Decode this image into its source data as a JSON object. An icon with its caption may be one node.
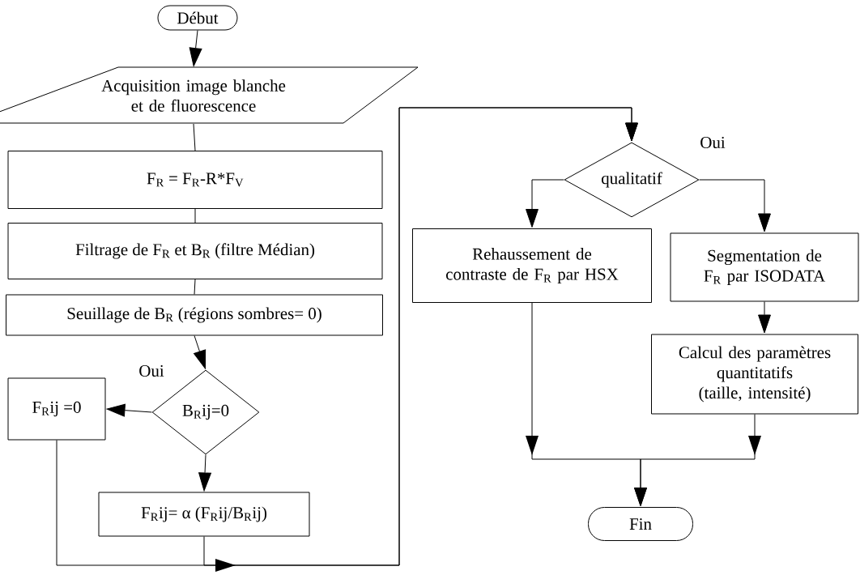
{
  "diagram": {
    "nodes": [
      {
        "text": [
          "Début"
        ]
      },
      {
        "text": [
          "Acquisition image blanche et de fluorescence"
        ]
      },
      {
        "text": [
          "F$_{R}$ = F$_{R}$-R*F$_{V}$"
        ]
      },
      {
        "text": [
          "Filtrage de F$_{R}$ et B$_{R}$ (filtre Médian)"
        ]
      },
      {
        "text": [
          "Seuillage de B$_{R}$ (régions sombres= 0)"
        ]
      },
      {
        "text": [
          "B$_{R}$ij=0"
        ]
      },
      {
        "text": [
          "F$_{R}$ij =0"
        ]
      },
      {
        "text": [
          "F$_{R}$ij= α (F$_{R}$ij/B$_{R}$ij)"
        ]
      },
      {
        "text": [
          "qualitatif"
        ]
      },
      {
        "text": [
          "Rehaussement de contraste de F$_{R}$ par HSX"
        ]
      },
      {
        "text": [
          "Segmentation de F$_{R}$ par ISODATA"
        ]
      },
      {
        "text": [
          "Calcul des paramètres quantitatifs (taille, intensité)"
        ]
      },
      {
        "text": [
          "Fin"
        ]
      }
    ],
    "edges": [
      {
        "from": 0,
        "to": 1,
        "arrow": "to"
      },
      {
        "from": 1,
        "to": 2,
        "arrow": "none"
      },
      {
        "from": 2,
        "to": 3,
        "arrow": "none"
      },
      {
        "from": 3,
        "to": 4,
        "arrow": "none"
      },
      {
        "from": 4,
        "to": 5,
        "arrow": "to"
      },
      {
        "from": 5,
        "to": 6,
        "arrow": "to"
      },
      {
        "from": 5,
        "to": 7,
        "arrow": "to"
      },
      {
        "from": 6,
        "to": 8,
        "arrow": "to"
      },
      {
        "from": 7,
        "to": 8,
        "arrow": "to"
      },
      {
        "from": 8,
        "to": 9,
        "arrow": "to"
      },
      {
        "from": 8,
        "to": 10,
        "arrow": "to"
      },
      {
        "from": 10,
        "to": 11,
        "arrow": "to"
      },
      {
        "from": 9,
        "to": 12,
        "arrow": "to"
      },
      {
        "from": 11,
        "to": 12,
        "arrow": "to"
      }
    ],
    "labels": [
      "Oui",
      "Oui"
    ]
  }
}
